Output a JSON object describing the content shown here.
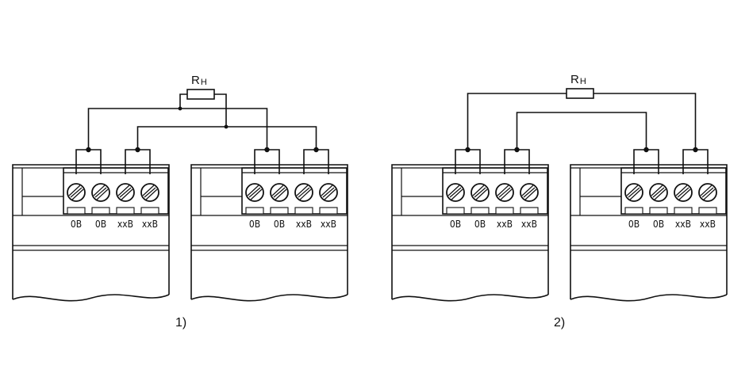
{
  "terminal_labels": [
    "0B",
    "0B",
    "xxB",
    "xxB"
  ],
  "resistor": {
    "symbol": "R",
    "subscript": "H"
  },
  "diagrams": [
    {
      "caption": "1)"
    },
    {
      "caption": "2)"
    }
  ]
}
